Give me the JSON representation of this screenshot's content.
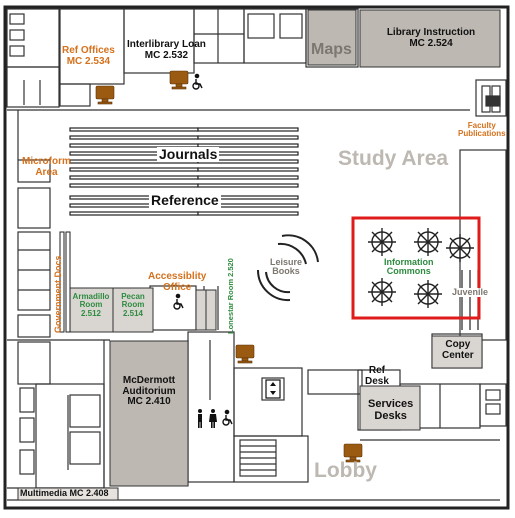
{
  "rooms": {
    "ref_offices": "Ref Offices",
    "ref_offices_num": "MC 2.534",
    "interlibrary_loan": "Interlibrary Loan",
    "interlibrary_loan_num": "MC 2.532",
    "maps": "Maps",
    "library_instruction": "Library Instruction",
    "library_instruction_num": "MC 2.524",
    "faculty_publications_1": "Faculty",
    "faculty_publications_2": "Publications",
    "microform_1": "Microform",
    "microform_2": "Area",
    "journals": "Journals",
    "study_area": "Study Area",
    "reference": "Reference",
    "leisure_books_1": "Leisure",
    "leisure_books_2": "Books",
    "information_commons_1": "Information",
    "information_commons_2": "Commons",
    "juvenile": "Juvenile",
    "government_docs": "Government Docs",
    "accessibility_office_1": "Accessiblity",
    "accessibility_office_2": "Office",
    "armadillo_room_1": "Armadillo",
    "armadillo_room_2": "Room",
    "armadillo_room_3": "2.512",
    "pecan_room_1": "Pecan",
    "pecan_room_2": "Room",
    "pecan_room_3": "2.514",
    "lonestar_room": "Lonestar Room 2.520",
    "copy_center_1": "Copy",
    "copy_center_2": "Center",
    "ref_desk_1": "Ref",
    "ref_desk_2": "Desk",
    "services_desks_1": "Services",
    "services_desks_2": "Desks",
    "mcdermott_1": "McDermott",
    "mcdermott_2": "Auditorium",
    "mcdermott_3": "MC 2.410",
    "lobby": "Lobby",
    "multimedia": "Multimedia MC 2.408"
  },
  "highlight": {
    "label": "Information Commons",
    "color": "#e01b1b"
  },
  "colors": {
    "wall": "#222222",
    "room_fill_dark": "#bdb8b2",
    "room_fill_light": "#d9d6d2",
    "orange_label": "#d4711c",
    "green_label": "#2e8b3f",
    "computer_icon": "#9b5a12"
  },
  "icons": [
    "computer-icon",
    "wheelchair-icon",
    "restroom-icon",
    "elevator-icon",
    "stairs-icon"
  ]
}
